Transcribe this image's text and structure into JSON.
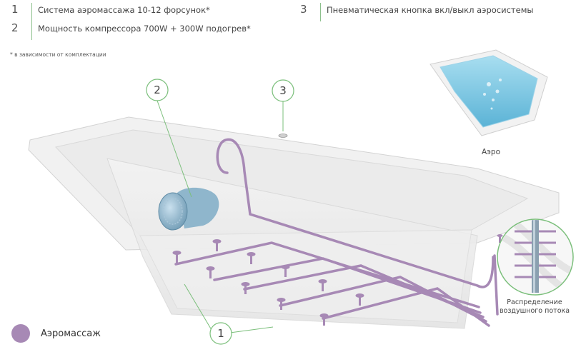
{
  "features": [
    {
      "num": "1",
      "text": "Система аэромассажа 10-12 форсунок*"
    },
    {
      "num": "2",
      "text": "Мощность компрессора 700W + 300W подогрев*"
    },
    {
      "num": "3",
      "text": "Пневматическая кнопка вкл/выкл аэросистемы"
    }
  ],
  "note": "* в зависимости от комплектации",
  "callouts": {
    "one": "1",
    "two": "2",
    "three": "3"
  },
  "labels": {
    "aero": "Аэро",
    "distribution_line1": "Распределение",
    "distribution_line2": "воздушного потока"
  },
  "legend": {
    "label": "Аэромассаж",
    "color": "#a789b5"
  },
  "colors": {
    "accent_green": "#7bbf7b",
    "pipe": "#a789b5",
    "water": "#7fc6e3"
  }
}
